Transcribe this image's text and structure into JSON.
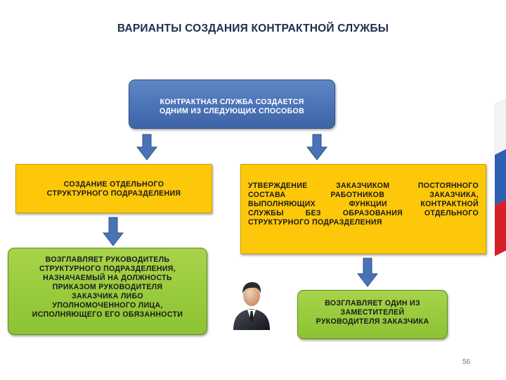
{
  "slide": {
    "title": "ВАРИАНТЫ СОЗДАНИЯ КОНТРАКТНОЙ СЛУЖБЫ",
    "page_number": "56"
  },
  "boxes": {
    "top": "КОНТРАКТНАЯ СЛУЖБА СОЗДАЕТСЯ\nОДНИМ ИЗ СЛЕДУЮЩИХ СПОСОБОВ",
    "left_option": "СОЗДАНИЕ ОТДЕЛЬНОГО\nСТРУКТУРНОГО ПОДРАЗДЕЛЕНИЯ",
    "right_option_lines": [
      "УТВЕРЖДЕНИЕ ЗАКАЗЧИКОМ ПОСТОЯННОГО",
      "СОСТАВА РАБОТНИКОВ ЗАКАЗЧИКА,",
      "ВЫПОЛНЯЮЩИХ ФУНКЦИИ КОНТРАКТНОЙ",
      "СЛУЖБЫ БЕЗ ОБРАЗОВАНИЯ ОТДЕЛЬНОГО",
      "СТРУКТУРНОГО ПОДРАЗДЕЛЕНИЯ"
    ],
    "left_result": "ВОЗГЛАВЛЯЕТ РУКОВОДИТЕЛЬ\nСТРУКТУРНОГО ПОДРАЗДЕЛЕНИЯ,\nНАЗНАЧАЕМЫЙ НА ДОЛЖНОСТЬ\nПРИКАЗОМ РУКОВОДИТЕЛЯ\nЗАКАЗЧИКА ЛИБО\nУПОЛНОМОЧЕННОГО ЛИЦА,\nИСПОЛНЯЮЩЕГО ЕГО ОБЯЗАННОСТИ",
    "right_result": "ВОЗГЛАВЛЯЕТ ОДИН ИЗ\nЗАМЕСТИТЕЛЕЙ\nРУКОВОДИТЕЛЯ ЗАКАЗЧИКА"
  },
  "colors": {
    "blue_box": "#4a73b7",
    "yellow_box": "#fec80a",
    "green_box": "#8cc333",
    "arrow": "#4a73b7",
    "flag": [
      "#ffffff",
      "#2f5fb3",
      "#d62027"
    ]
  },
  "icons": [
    "down-arrow-icon",
    "businessman-icon",
    "russian-flag-icon"
  ]
}
